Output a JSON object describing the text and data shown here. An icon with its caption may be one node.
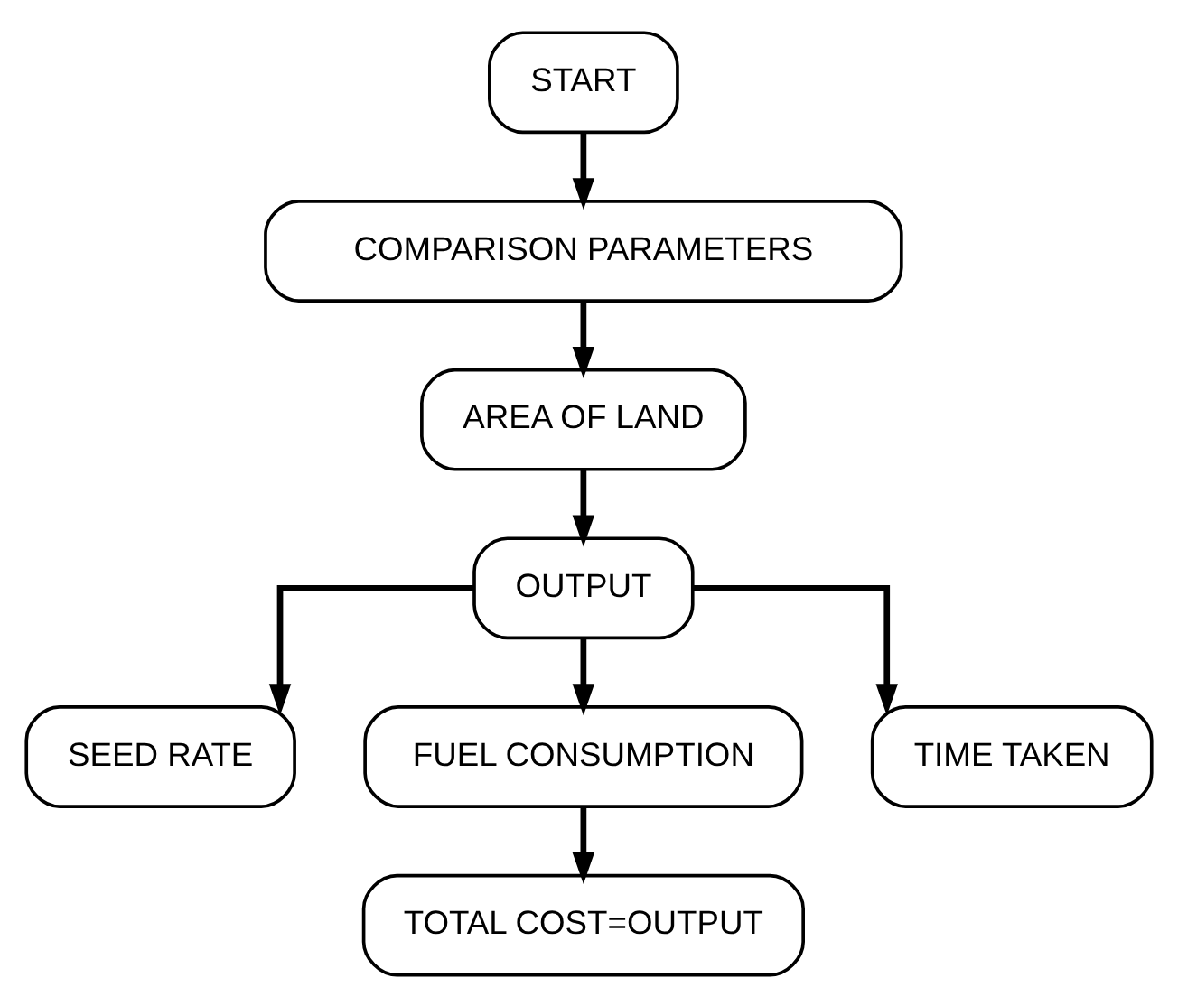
{
  "diagram": {
    "nodes": [
      {
        "text": [
          "START"
        ]
      },
      {
        "text": [
          "COMPARISON PARAMETERS"
        ]
      },
      {
        "text": [
          "AREA OF LAND"
        ]
      },
      {
        "text": [
          "OUTPUT"
        ]
      },
      {
        "text": [
          "SEED RATE"
        ]
      },
      {
        "text": [
          "FUEL CONSUMPTION"
        ]
      },
      {
        "text": [
          "TIME TAKEN"
        ]
      },
      {
        "text": [
          "TOTAL COST=OUTPUT"
        ]
      }
    ],
    "edges": [
      {
        "from": 0,
        "to": 1,
        "arrow": "to"
      },
      {
        "from": 1,
        "to": 2,
        "arrow": "to"
      },
      {
        "from": 2,
        "to": 3,
        "arrow": "to"
      },
      {
        "from": 3,
        "to": 4,
        "arrow": "to"
      },
      {
        "from": 3,
        "to": 5,
        "arrow": "to"
      },
      {
        "from": 3,
        "to": 6,
        "arrow": "to"
      },
      {
        "from": 5,
        "to": 7,
        "arrow": "to"
      }
    ]
  }
}
